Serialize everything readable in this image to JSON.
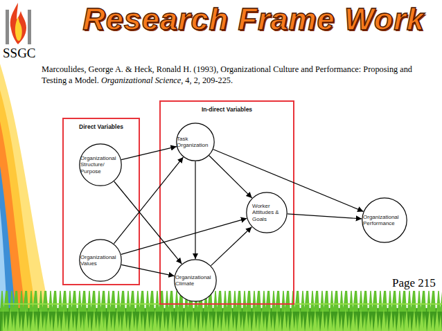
{
  "diagram": {
    "title": "Research Frame Work",
    "nodes": [
      {
        "text": [
          "Direct Variables"
        ]
      },
      {
        "text": [
          "Organizational Structure/ Purpose"
        ],
        "in": 0
      },
      {
        "text": [
          "Organizational Values"
        ],
        "in": 0
      },
      {
        "text": [
          "In-direct Variables"
        ]
      },
      {
        "text": [
          "Task Organization"
        ],
        "in": 3
      },
      {
        "text": [
          "Worker Attitudes & Goals"
        ],
        "in": 3
      },
      {
        "text": [
          "Organizational Climate"
        ],
        "in": 3
      },
      {
        "text": [
          "Organizational Performance"
        ]
      }
    ],
    "edges": [
      {
        "from": 1,
        "to": 4,
        "arrow": "to"
      },
      {
        "from": 1,
        "to": 6,
        "arrow": "to"
      },
      {
        "from": 2,
        "to": 4,
        "arrow": "to"
      },
      {
        "from": 2,
        "to": 5,
        "arrow": "to"
      },
      {
        "from": 2,
        "to": 6,
        "arrow": "to"
      },
      {
        "from": 4,
        "to": 5,
        "arrow": "to"
      },
      {
        "from": 4,
        "to": 6,
        "arrow": "to"
      },
      {
        "from": 4,
        "to": 7,
        "arrow": "to"
      },
      {
        "from": 6,
        "to": 5,
        "arrow": "to"
      },
      {
        "from": 5,
        "to": 7,
        "arrow": "to"
      }
    ],
    "labels": [
      "SSGC",
      "Marcoulides, George A. & Heck, Ronald H. (1993), Organizational Culture and Performance: Proposing and Testing a Model.",
      "Organizational Science",
      ", 4, 2, 209-225.",
      "Page 215"
    ]
  }
}
